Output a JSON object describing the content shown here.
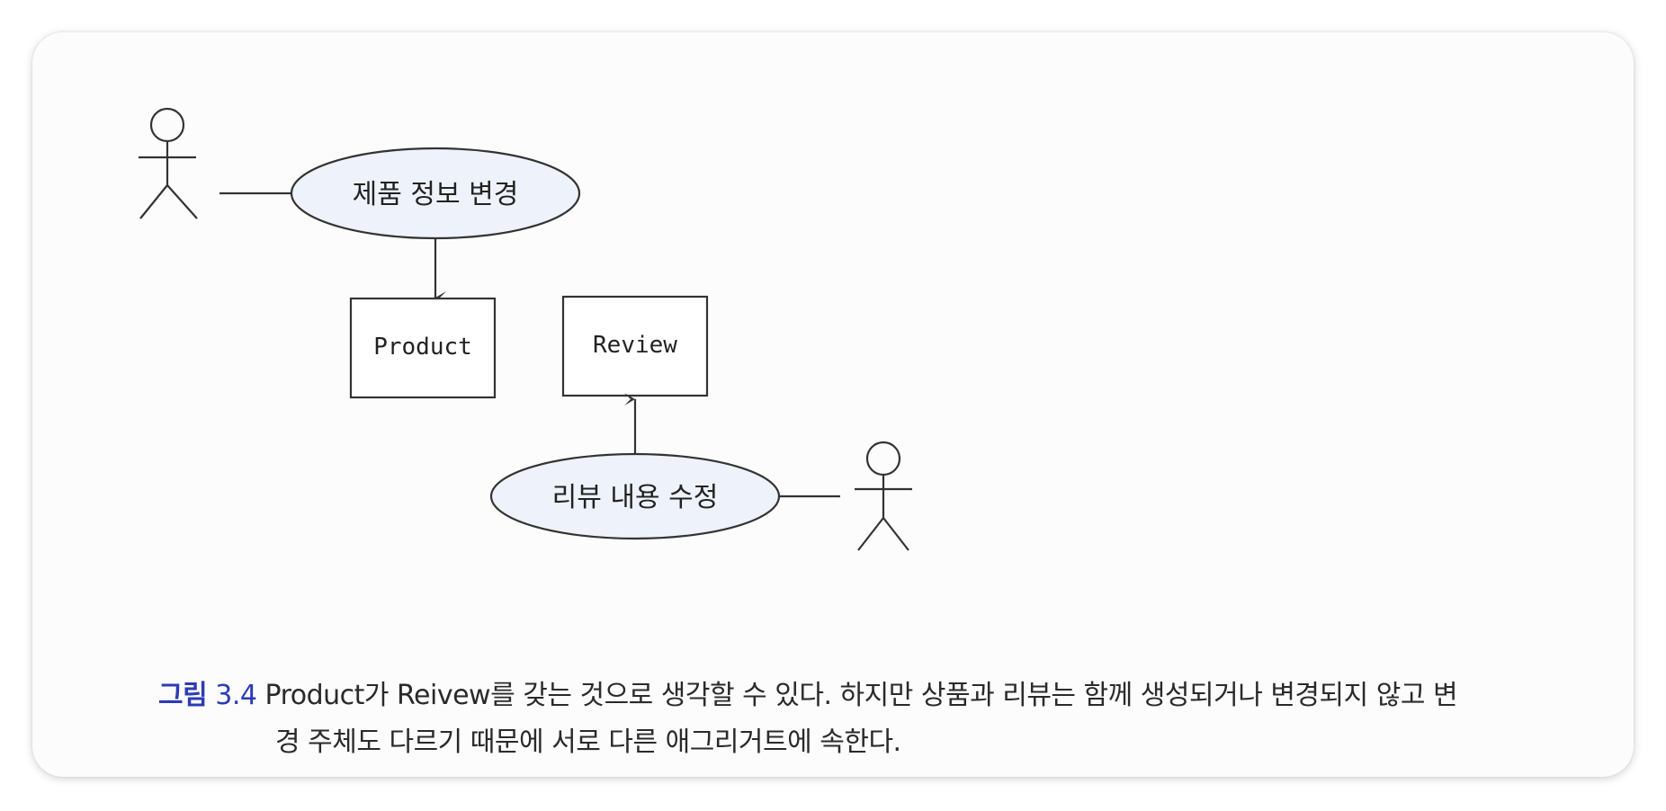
{
  "diagram": {
    "usecase_top": "제품 정보 변경",
    "usecase_bottom": "리뷰 내용 수정",
    "box_product": "Product",
    "box_review": "Review",
    "colors": {
      "ellipse_fill": "#eef2fa",
      "stroke": "#333333",
      "caption_label": "#2d3bb5"
    }
  },
  "caption": {
    "label": "그림",
    "number": "3.4",
    "line1": "Product가 Reivew를 갖는 것으로 생각할 수 있다. 하지만 상품과 리뷰는 함께 생성되거나 변경되지 않고 변",
    "line2": "경 주체도 다르기 때문에 서로 다른 애그리거트에 속한다."
  }
}
